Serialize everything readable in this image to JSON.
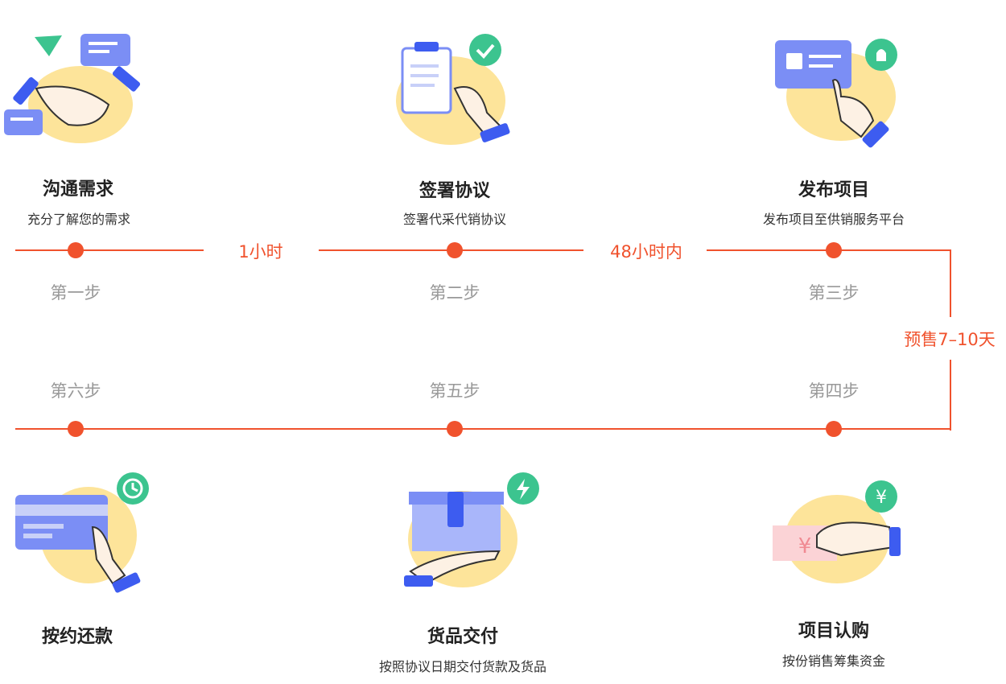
{
  "colors": {
    "accent": "#f0522d",
    "blob": "#fde49a",
    "card": "#7b8ef5",
    "badge": "#3cc48f",
    "step": "#999999"
  },
  "steps": [
    {
      "title": "沟通需求",
      "desc": "充分了解您的需求",
      "step": "第一步",
      "icon": "handshake-icon"
    },
    {
      "title": "签署协议",
      "desc": "签署代采代销协议",
      "step": "第二步",
      "icon": "clipboard-sign-icon"
    },
    {
      "title": "发布项目",
      "desc": "发布项目至供销服务平台",
      "step": "第三步",
      "icon": "publish-card-icon"
    },
    {
      "title": "项目认购",
      "desc": "按份销售筹集资金",
      "step": "第四步",
      "icon": "money-hand-icon"
    },
    {
      "title": "货品交付",
      "desc": "按照协议日期交付货款及货品",
      "step": "第五步",
      "icon": "box-hand-icon"
    },
    {
      "title": "按约还款",
      "step": "第六步",
      "icon": "card-hand-icon"
    }
  ],
  "durations": {
    "d1": "1小时",
    "d2": "48小时内",
    "d3": "预售7–10天"
  }
}
